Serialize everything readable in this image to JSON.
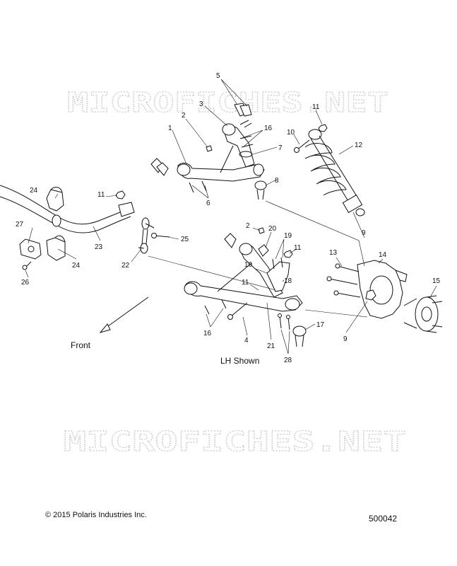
{
  "watermark": "MICROFICHES.NET",
  "labels": {
    "front": "Front",
    "view": "LH Shown"
  },
  "footer": {
    "copyright": "© 2015 Polaris Industries Inc.",
    "document_number": "500042"
  },
  "callouts": {
    "c1": "1",
    "c2a": "2",
    "c2b": "2",
    "c3": "3",
    "c4": "4",
    "c5": "5",
    "c6": "6",
    "c7": "7",
    "c8": "8",
    "c9a": "9",
    "c9b": "9",
    "c10a": "10",
    "c10b": "10",
    "c11a": "11",
    "c11b": "11",
    "c11c": "11",
    "c11d": "11",
    "c12": "12",
    "c13": "13",
    "c14": "14",
    "c15": "15",
    "c16a": "16",
    "c16b": "16",
    "c17": "17",
    "c18": "18",
    "c19": "19",
    "c20": "20",
    "c21": "21",
    "c22": "22",
    "c23": "23",
    "c24a": "24",
    "c24b": "24",
    "c25": "25",
    "c26": "26",
    "c27": "27",
    "c28": "28"
  }
}
